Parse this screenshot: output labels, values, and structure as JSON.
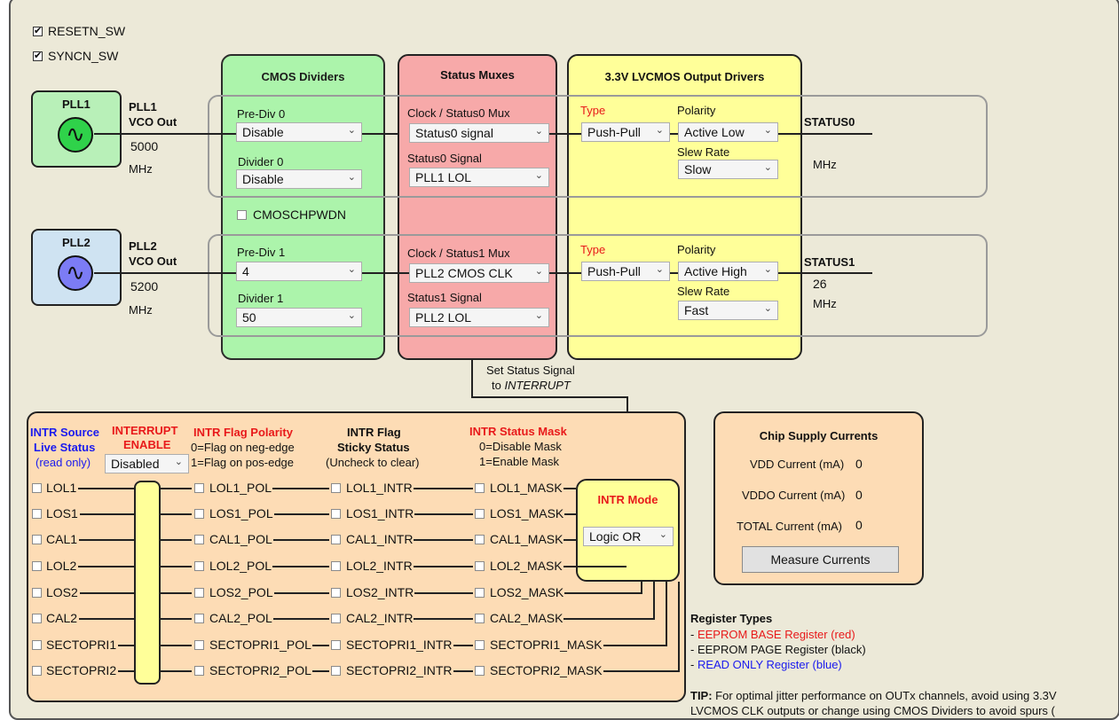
{
  "top": {
    "resetn": {
      "label": "RESETN_SW",
      "checked": true
    },
    "syncn": {
      "label": "SYNCN_SW",
      "checked": true
    }
  },
  "panels": {
    "cmos_title": "CMOS Dividers",
    "mux_title": "Status Muxes",
    "drv_title": "3.3V LVCMOS Output Drivers"
  },
  "pll1": {
    "name": "PLL1",
    "vco_label": "PLL1 VCO Out",
    "vco_label_a": "PLL1",
    "vco_label_b": "VCO Out",
    "freq": "5000",
    "unit": "MHz",
    "prediv_label": "Pre-Div 0",
    "prediv_value": "Disable",
    "div_label": "Divider 0",
    "div_value": "Disable",
    "mux_label": "Clock / Status0 Mux",
    "mux_value": "Status0 signal",
    "signal_label": "Status0 Signal",
    "signal_value": "PLL1 LOL",
    "type_label": "Type",
    "type_value": "Push-Pull",
    "polarity_label": "Polarity",
    "polarity_value": "Active Low",
    "slew_label": "Slew Rate",
    "slew_value": "Slow",
    "out_name": "STATUS0",
    "out_freq": "",
    "out_unit": "MHz"
  },
  "cmos_pwdn": {
    "label": "CMOSCHPWDN",
    "checked": false
  },
  "pll2": {
    "name": "PLL2",
    "vco_label_a": "PLL2",
    "vco_label_b": "VCO Out",
    "freq": "5200",
    "unit": "MHz",
    "prediv_label": "Pre-Div 1",
    "prediv_value": "4",
    "div_label": "Divider 1",
    "div_value": "50",
    "mux_label": "Clock / Status1 Mux",
    "mux_value": "PLL2 CMOS CLK",
    "signal_label": "Status1 Signal",
    "signal_value": "PLL2 LOL",
    "type_label": "Type",
    "type_value": "Push-Pull",
    "polarity_label": "Polarity",
    "polarity_value": "Active High",
    "slew_label": "Slew Rate",
    "slew_value": "Fast",
    "out_name": "STATUS1",
    "out_freq": "26",
    "out_unit": "MHz"
  },
  "set_status": {
    "line1": "Set Status Signal",
    "line2a": "to ",
    "line2b": "INTERRUPT"
  },
  "intr": {
    "src_title1": "INTR Source",
    "src_title2": "Live Status",
    "src_title3": "(read only)",
    "enable_title1": "INTERRUPT",
    "enable_title2": "ENABLE",
    "enable_value": "Disabled",
    "pol_title": "INTR Flag Polarity",
    "pol_line1": "0=Flag on neg-edge",
    "pol_line2": "1=Flag on pos-edge",
    "flag_title1": "INTR Flag",
    "flag_title2": "Sticky Status",
    "flag_line": "(Uncheck to clear)",
    "mask_title": "INTR Status Mask",
    "mask_line1": "0=Disable Mask",
    "mask_line2": "1=Enable Mask",
    "mode_title": "INTR Mode",
    "mode_value": "Logic OR",
    "rows": [
      {
        "src": "LOL1",
        "pol": "LOL1_POL",
        "intr": "LOL1_INTR",
        "mask": "LOL1_MASK"
      },
      {
        "src": "LOS1",
        "pol": "LOS1_POL",
        "intr": "LOS1_INTR",
        "mask": "LOS1_MASK"
      },
      {
        "src": "CAL1",
        "pol": "CAL1_POL",
        "intr": "CAL1_INTR",
        "mask": "CAL1_MASK"
      },
      {
        "src": "LOL2",
        "pol": "LOL2_POL",
        "intr": "LOL2_INTR",
        "mask": "LOL2_MASK"
      },
      {
        "src": "LOS2",
        "pol": "LOS2_POL",
        "intr": "LOS2_INTR",
        "mask": "LOS2_MASK"
      },
      {
        "src": "CAL2",
        "pol": "CAL2_POL",
        "intr": "CAL2_INTR",
        "mask": "CAL2_MASK"
      },
      {
        "src": "SECTOPRI1",
        "pol": "SECTOPRI1_POL",
        "intr": "SECTOPRI1_INTR",
        "mask": "SECTOPRI1_MASK"
      },
      {
        "src": "SECTOPRI2",
        "pol": "SECTOPRI2_POL",
        "intr": "SECTOPRI2_INTR",
        "mask": "SECTOPRI2_MASK"
      }
    ]
  },
  "supply": {
    "title": "Chip Supply Currents",
    "vdd_label": "VDD Current (mA)",
    "vdd_value": "0",
    "vddo_label": "VDDO Current (mA)",
    "vddo_value": "0",
    "total_label": "TOTAL Current (mA)",
    "total_value": "0",
    "button": "Measure Currents"
  },
  "legend": {
    "title": "Register Types",
    "base_prefix": "- ",
    "base": "EEPROM BASE Register (red)",
    "page": "- EEPROM PAGE Register (black)",
    "ro_prefix": "- ",
    "ro": "READ ONLY Register (blue)"
  },
  "tip": {
    "label": "TIP:",
    "text": " For optimal jitter performance on OUTx channels, avoid using 3.3V",
    "text2": "LVCMOS CLK outputs or change using CMOS Dividers to avoid spurs ("
  },
  "colors": {
    "green_panel": "#a9f5a9",
    "red_panel": "#f7a9a9",
    "yellow_panel": "#ffff99",
    "orange_panel": "#fddcb5",
    "pll_box": "#b8f0b8",
    "pll2_box": "#cfe3f2",
    "osc1": "#2fd24a",
    "osc2": "#7c7cf5",
    "red_text": "#e8191a",
    "blue_text": "#1a1aee"
  }
}
